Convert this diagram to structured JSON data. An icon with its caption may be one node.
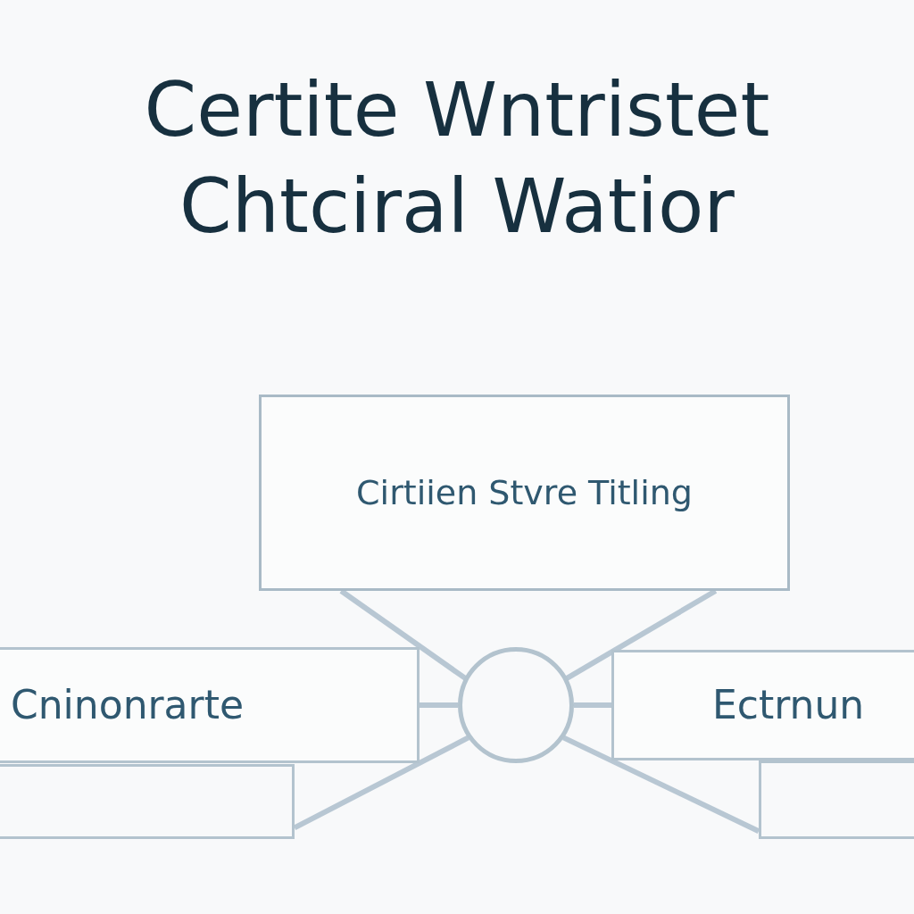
{
  "diagram": {
    "title": "Certite Wntristet Chtciral Watior",
    "nodes": [
      {
        "text": [
          "Cirtiien Stvre Titling"
        ]
      },
      {
        "text": [],
        "shape": "circle"
      },
      {
        "text": [
          "Cninonrarte"
        ]
      },
      {
        "text": [
          "Ectrnun"
        ]
      },
      {
        "text": [],
        "shape": "box"
      },
      {
        "text": [],
        "shape": "box"
      }
    ],
    "edges": [
      {
        "from": 0,
        "to": 1,
        "arrow": "none"
      },
      {
        "from": 0,
        "to": 1,
        "arrow": "none"
      },
      {
        "from": 1,
        "to": 2,
        "arrow": "none"
      },
      {
        "from": 1,
        "to": 3,
        "arrow": "none"
      },
      {
        "from": 1,
        "to": 4,
        "arrow": "none"
      },
      {
        "from": 1,
        "to": 5,
        "arrow": "none"
      }
    ]
  }
}
